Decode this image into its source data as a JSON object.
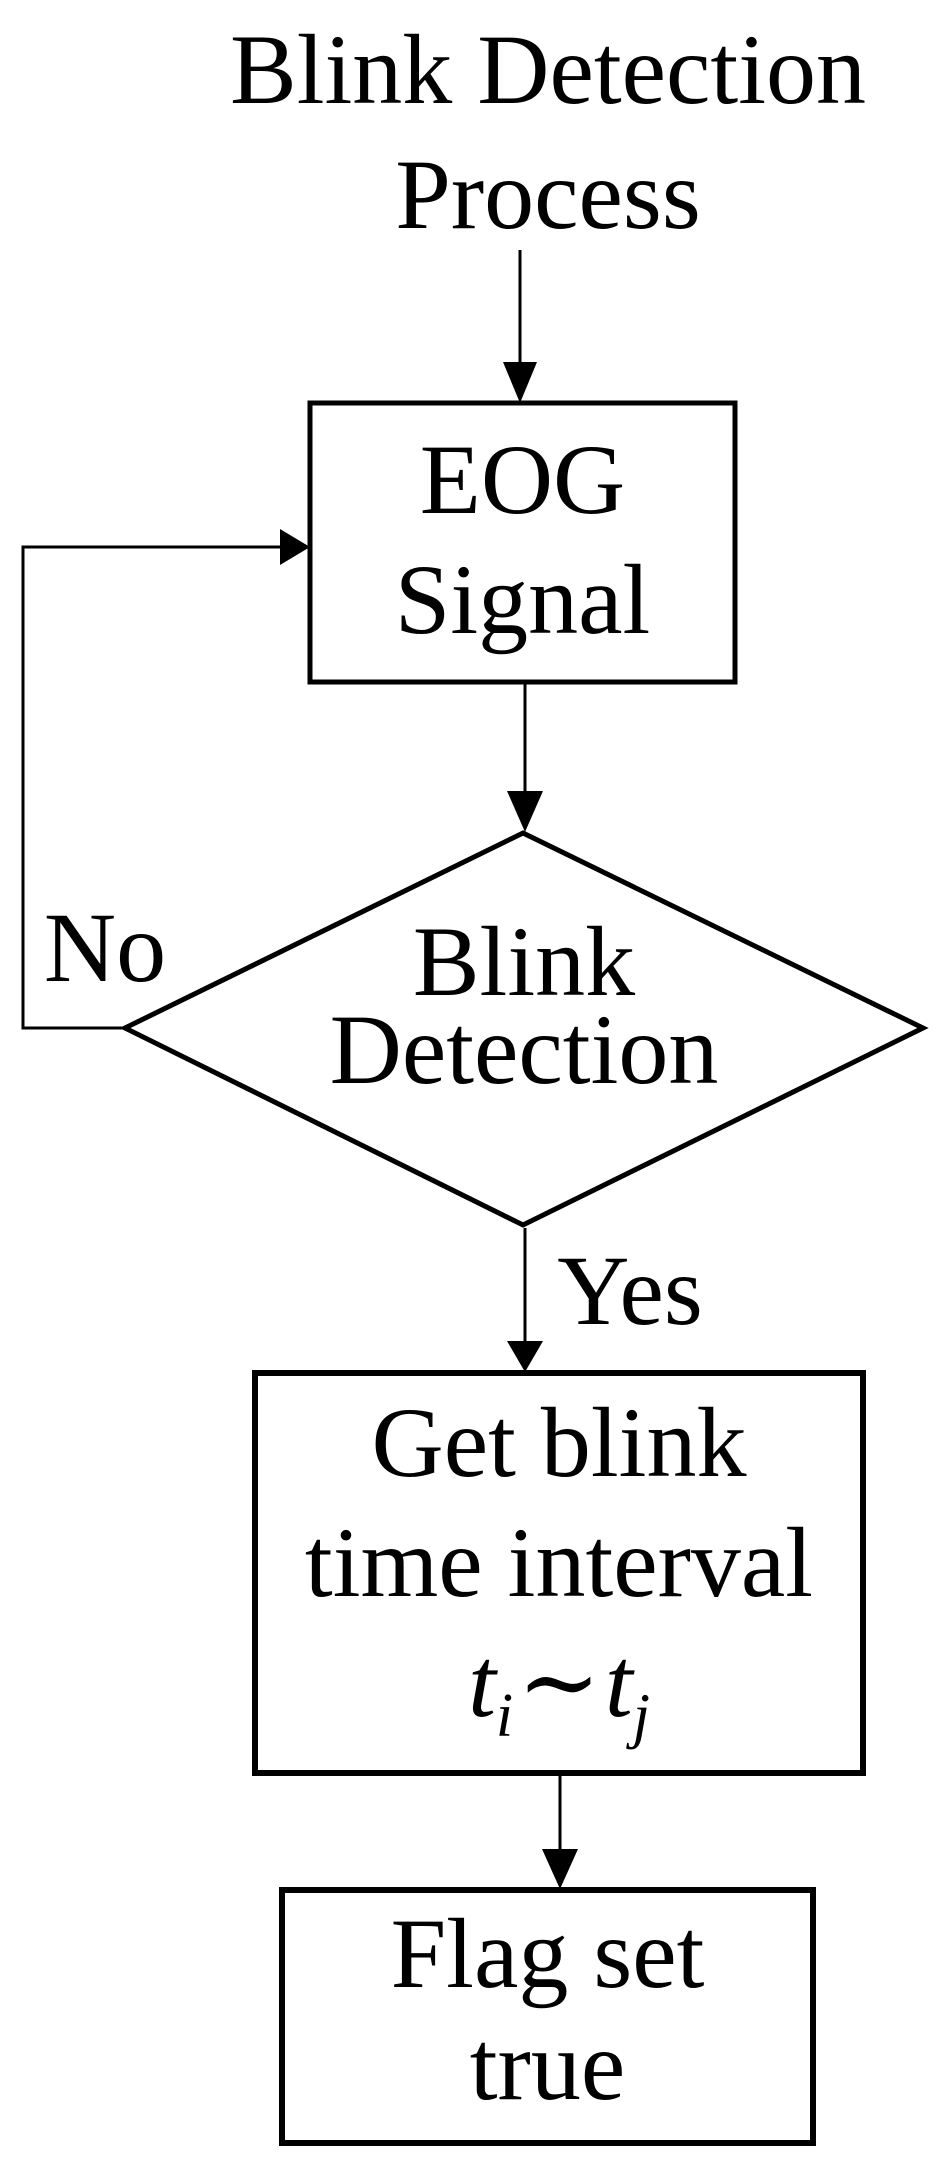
{
  "colors": {
    "background": "#ffffff",
    "ink": "#000000"
  },
  "title": {
    "line1": "Blink Detection",
    "line2": "Process"
  },
  "nodes": {
    "eog_signal": {
      "shape": "rectangle",
      "line1": "EOG",
      "line2": "Signal"
    },
    "blink_detection": {
      "shape": "diamond",
      "line1": "Blink",
      "line2": "Detection"
    },
    "get_blink": {
      "shape": "rectangle",
      "line1": "Get blink",
      "line2": "time interval",
      "math": {
        "t1": "t",
        "sub1": "i",
        "op": "∼",
        "t2": "t",
        "sub2": "j"
      }
    },
    "flag_set": {
      "shape": "rectangle",
      "line1": "Flag set",
      "line2": "true"
    }
  },
  "edge_labels": {
    "no": "No",
    "yes": "Yes"
  }
}
